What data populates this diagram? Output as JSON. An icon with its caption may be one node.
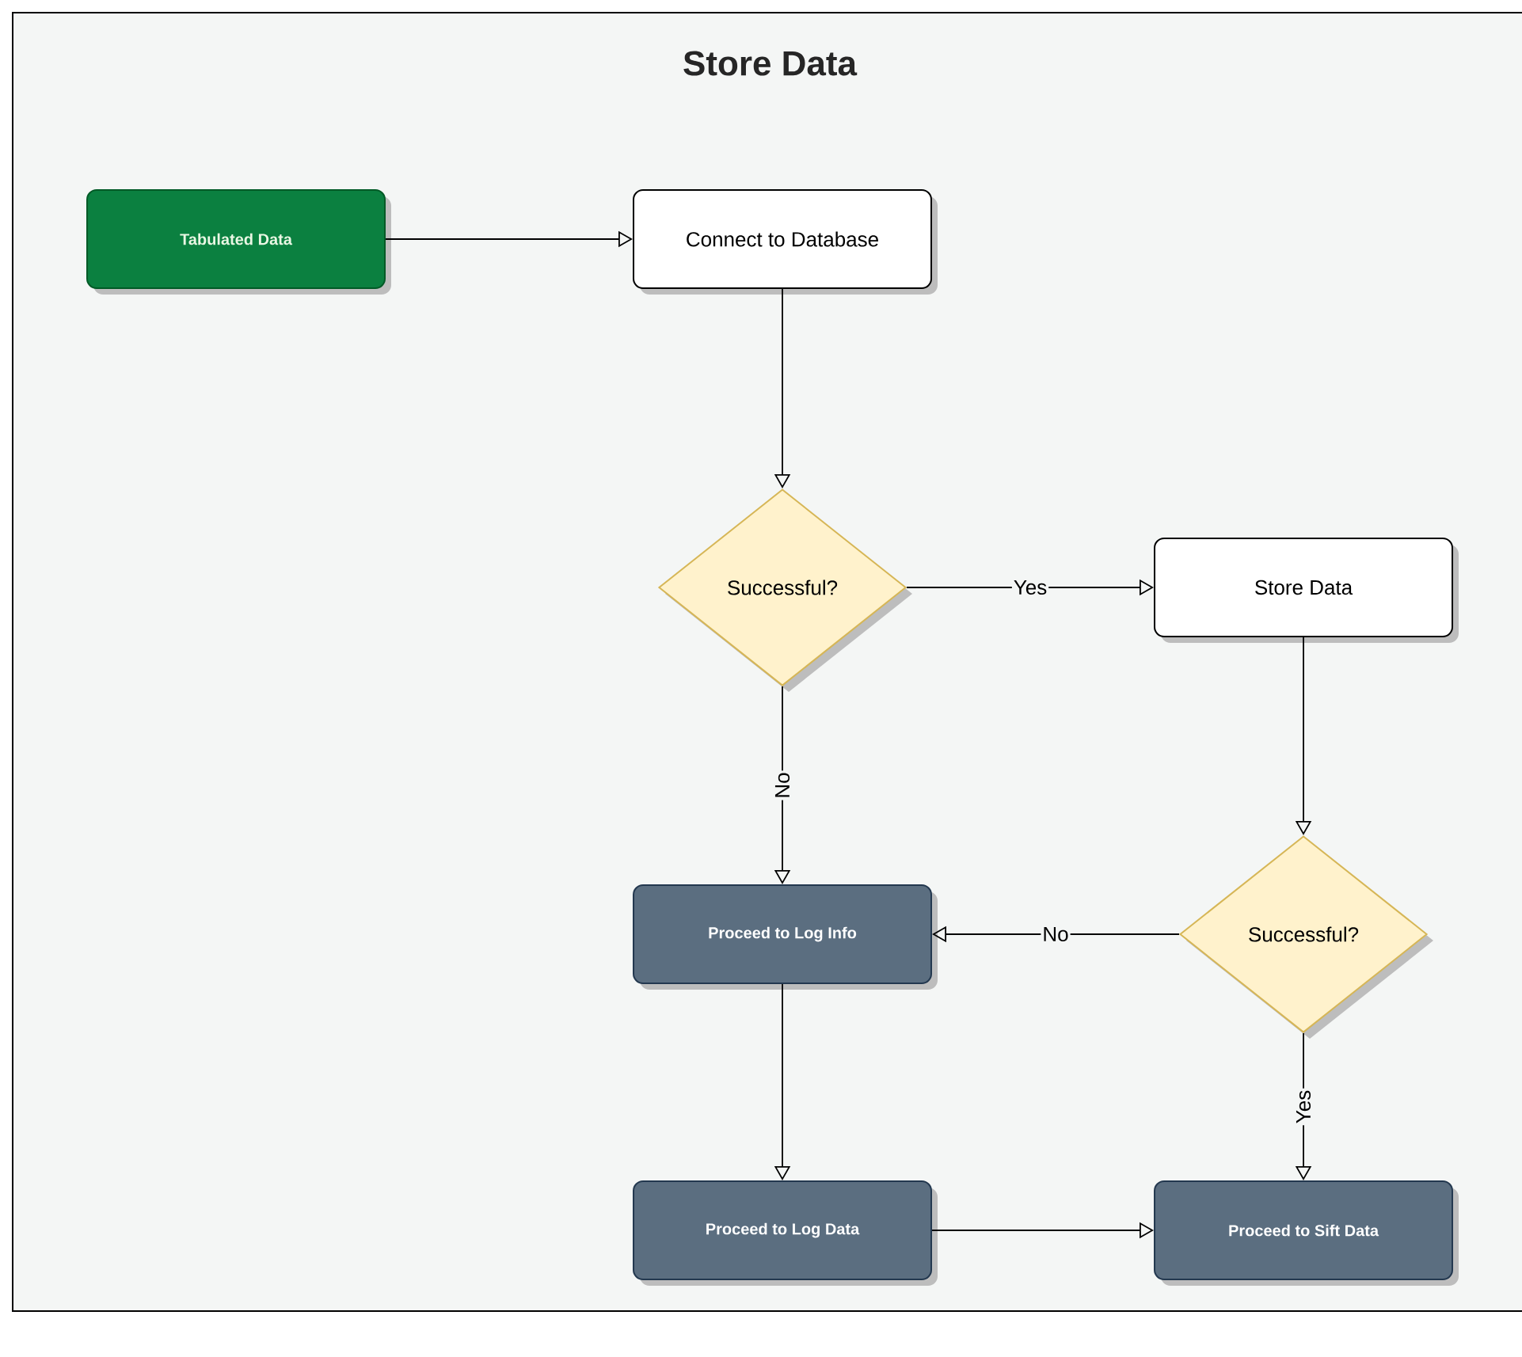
{
  "diagram": {
    "title": "Store Data",
    "nodes": [
      {
        "text": [
          "Tabulated Data"
        ]
      },
      {
        "text": [
          "Connect to Database"
        ]
      },
      {
        "text": [
          "Successful?"
        ]
      },
      {
        "text": [
          "Store Data"
        ]
      },
      {
        "text": [
          "Successful?"
        ]
      },
      {
        "text": [
          "Proceed to Log Info"
        ]
      },
      {
        "text": [
          "Proceed to Log Data"
        ]
      },
      {
        "text": [
          "Proceed to Sift Data"
        ]
      }
    ],
    "edges": [
      {
        "from": 0,
        "to": 1,
        "arrow": "to"
      },
      {
        "from": 1,
        "to": 2,
        "arrow": "to"
      },
      {
        "from": 2,
        "to": 3,
        "arrow": "to",
        "label": "Yes"
      },
      {
        "from": 2,
        "to": 5,
        "arrow": "to",
        "label": "No"
      },
      {
        "from": 3,
        "to": 4,
        "arrow": "to"
      },
      {
        "from": 4,
        "to": 5,
        "arrow": "to",
        "label": "No"
      },
      {
        "from": 4,
        "to": 7,
        "arrow": "to",
        "label": "Yes"
      },
      {
        "from": 5,
        "to": 6,
        "arrow": "to"
      },
      {
        "from": 6,
        "to": 7,
        "arrow": "to"
      }
    ]
  }
}
